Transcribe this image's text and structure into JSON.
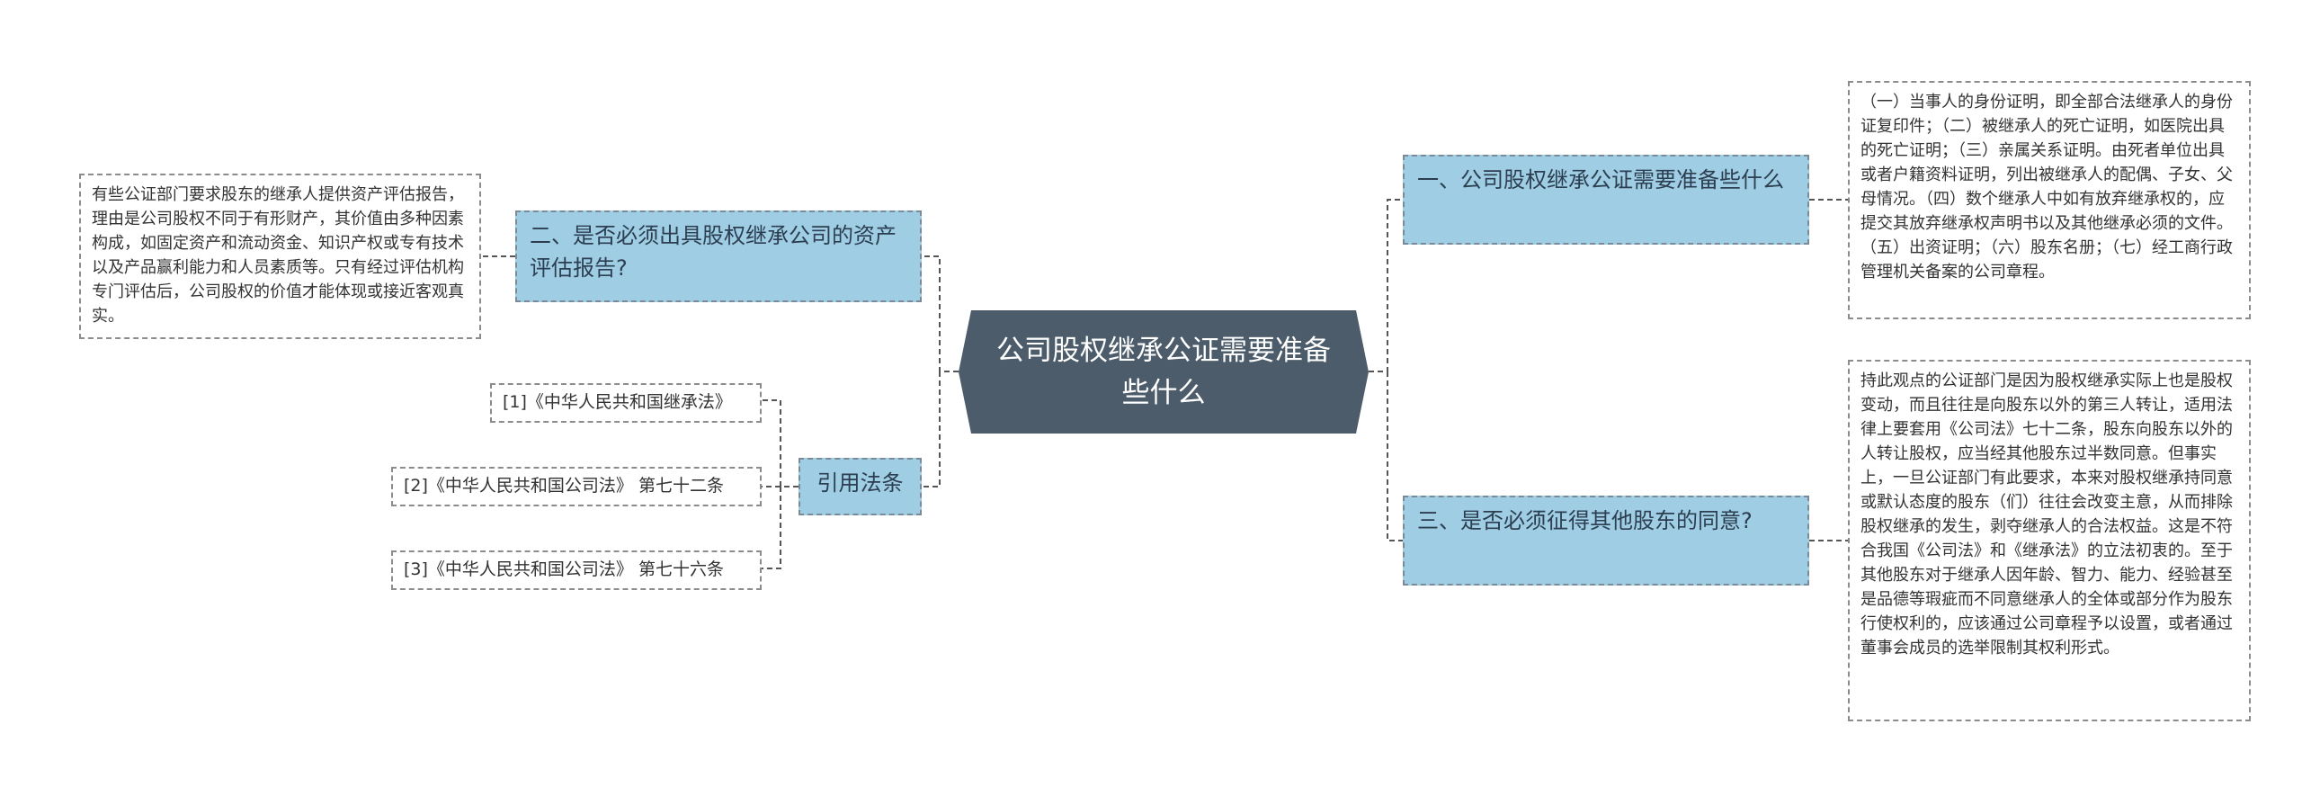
{
  "center": {
    "title": "公司股权继承公证需要准备些什么"
  },
  "branches": {
    "b1": {
      "title": "一、公司股权继承公证需要准备些什么",
      "detail": "（一）当事人的身份证明，即全部合法继承人的身份证复印件；（二）被继承人的死亡证明，如医院出具的死亡证明；（三）亲属关系证明。由死者单位出具或者户籍资料证明，列出被继承人的配偶、子女、父母情况。（四）数个继承人中如有放弃继承权的，应提交其放弃继承权声明书以及其他继承必须的文件。（五）出资证明；（六）股东名册；（七）经工商行政管理机关备案的公司章程。"
    },
    "b2": {
      "title": "二、是否必须出具股权继承公司的资产评估报告?",
      "detail": "有些公证部门要求股东的继承人提供资产评估报告，理由是公司股权不同于有形财产，其价值由多种因素构成，如固定资产和流动资金、知识产权或专有技术以及产品赢利能力和人员素质等。只有经过评估机构专门评估后，公司股权的价值才能体现或接近客观真实。"
    },
    "b3": {
      "title": "三、是否必须征得其他股东的同意?",
      "detail": "持此观点的公证部门是因为股权继承实际上也是股权变动，而且往往是向股东以外的第三人转让，适用法律上要套用《公司法》七十二条，股东向股东以外的人转让股权，应当经其他股东过半数同意。但事实上，一旦公证部门有此要求，本来对股权继承持同意或默认态度的股东（们）往往会改变主意，从而排除股权继承的发生，剥夺继承人的合法权益。这是不符合我国《公司法》和《继承法》的立法初衷的。至于其他股东对于继承人因年龄、智力、能力、经验甚至是品德等瑕疵而不同意继承人的全体或部分作为股东行使权利的，应该通过公司章程予以设置，或者通过董事会成员的选举限制其权利形式。"
    },
    "b4": {
      "title": "引用法条",
      "refs": [
        "[1]《中华人民共和国继承法》",
        "[2]《中华人民共和国公司法》 第七十二条",
        "[3]《中华人民共和国公司法》 第七十六条"
      ]
    }
  },
  "colors": {
    "center": "#4c5c6b",
    "branch": "#9ecde4",
    "line": "#555555",
    "border": "#8c8c8c"
  }
}
